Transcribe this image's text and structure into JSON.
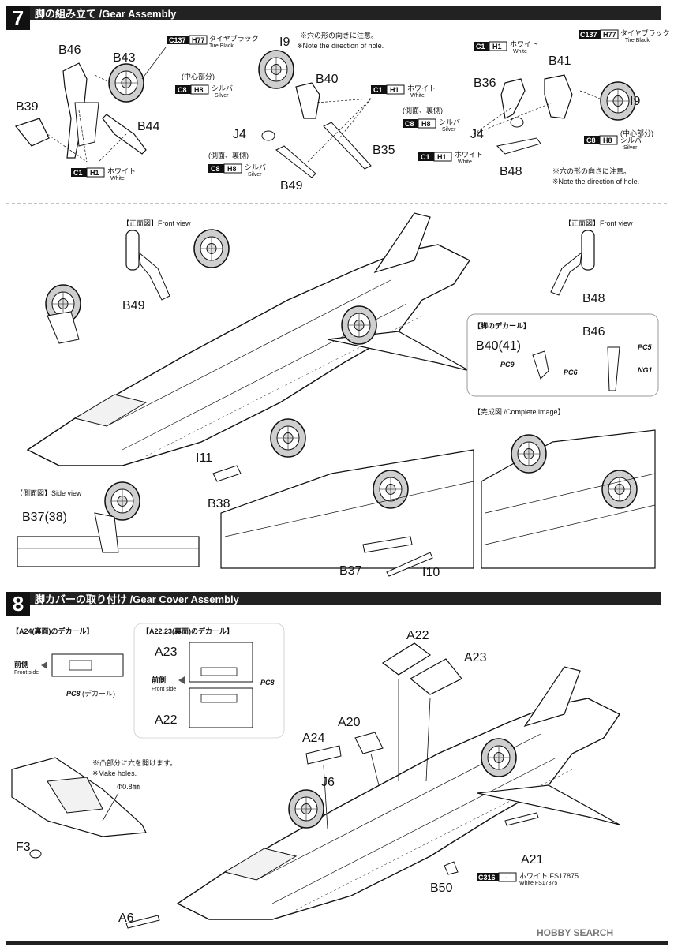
{
  "steps": [
    {
      "num": "7",
      "title": "脚の組み立て /Gear Assembly"
    },
    {
      "num": "8",
      "title": "脚カバーの取り付け /Gear Cover Assembly"
    }
  ],
  "step7": {
    "parts": [
      "B46",
      "B43",
      "B39",
      "B44",
      "I9",
      "B40",
      "J4",
      "B35",
      "B49",
      "B36",
      "B41",
      "I9",
      "J4",
      "B48"
    ],
    "paints": {
      "tire_left": {
        "code": "C137",
        "h": "H77",
        "jp": "タイヤブラック",
        "en": "Tire Black"
      },
      "white_left": {
        "code": "C1",
        "h": "H1",
        "jp": "ホワイト",
        "en": "White"
      },
      "silver_center": {
        "label": "(中心部分)",
        "code": "C8",
        "h": "H8",
        "jp": "シルバー",
        "en": "Silver"
      },
      "white_mid": {
        "code": "C1",
        "h": "H1",
        "jp": "ホワイト",
        "en": "White"
      },
      "silver_side": {
        "label": "(側面、裏側)",
        "code": "C8",
        "h": "H8",
        "jp": "シルバー",
        "en": "Silver"
      },
      "white_r1": {
        "code": "C1",
        "h": "H1",
        "jp": "ホワイト",
        "en": "White"
      },
      "silver_r_side": {
        "label": "(側面、裏側)",
        "code": "C8",
        "h": "H8",
        "jp": "シルバー",
        "en": "Silver"
      },
      "white_r2": {
        "code": "C1",
        "h": "H1",
        "jp": "ホワイト",
        "en": "White"
      },
      "tire_right": {
        "code": "C137",
        "h": "H77",
        "jp": "タイヤブラック",
        "en": "Tire Black"
      },
      "silver_r_center": {
        "label": "(中心部分)",
        "code": "C8",
        "h": "H8",
        "jp": "シルバー",
        "en": "Silver"
      }
    },
    "notes": {
      "hole_jp": "※穴の形の向きに注意。",
      "hole_en": "※Note the direction of hole."
    },
    "front_view": "【正面図】Front view",
    "front_parts": {
      "left": "B49",
      "right": "B48"
    },
    "decal_box": {
      "title": "【脚のデカール】",
      "part1": "B40(41)",
      "part2": "B46",
      "pc9": "PC9",
      "pc6": "PC6",
      "pc5": "PC5",
      "ng1": "NG1"
    },
    "complete": "【完成図 /Complete image】",
    "side_view": "【側面図】Side view",
    "side_part": "B37(38)",
    "detail_parts": [
      "I11",
      "B38",
      "B37",
      "I10"
    ]
  },
  "step8": {
    "decal1_title": "【A24(裏面)のデカール】",
    "decal2_title": "【A22,23(裏面)のデカール】",
    "front_jp": "前側",
    "front_en": "Front side",
    "pc8_decal": "PC8",
    "pc8_decal_jp": "(デカール)",
    "pc8": "PC8",
    "a23": "A23",
    "a22": "A22",
    "parts": [
      "A22",
      "A23",
      "A20",
      "A24",
      "J6",
      "A21",
      "B50",
      "F3",
      "A6"
    ],
    "holes_jp": "※凸部分に穴を開けます。",
    "holes_en": "※Make holes.",
    "hole_size": "Φ0.8㎜",
    "paint": {
      "code": "C316",
      "h": "-",
      "jp": "ホワイト FS17875",
      "en": "White FS17875"
    }
  },
  "watermark": "HOBBY SEARCH"
}
